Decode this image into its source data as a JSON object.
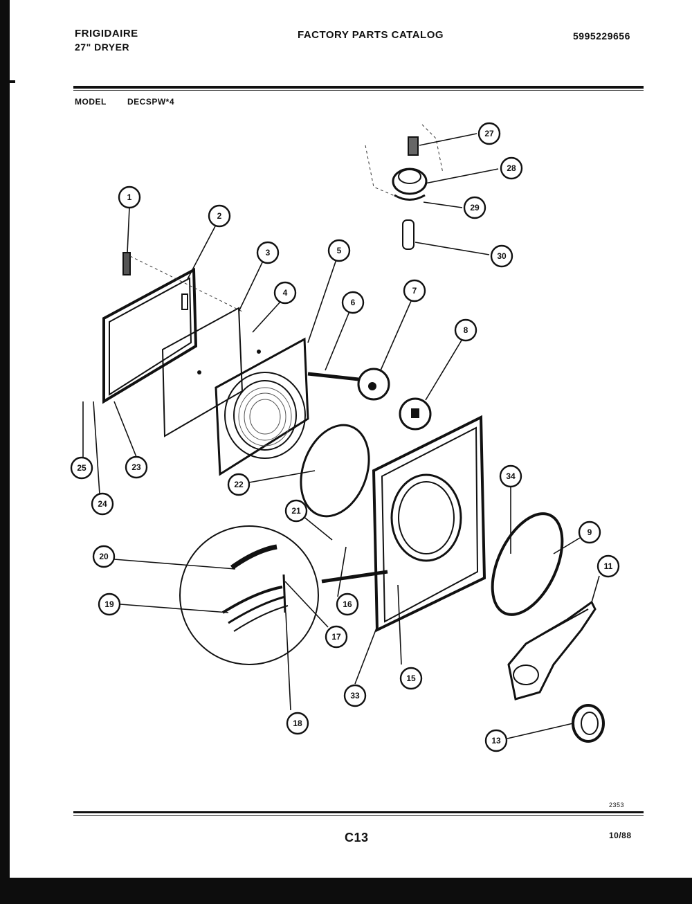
{
  "header": {
    "brand": "FRIGIDAIRE",
    "product": "27\" DRYER",
    "catalog_title": "FACTORY PARTS CATALOG",
    "part_number": "5995229656"
  },
  "model": {
    "label": "MODEL",
    "value": "DECSPW*4"
  },
  "footer": {
    "drawing_number": "2353",
    "page_code": "C13",
    "date": "10/88"
  },
  "callouts": [
    {
      "label": "1"
    },
    {
      "label": "2"
    },
    {
      "label": "3"
    },
    {
      "label": "4"
    },
    {
      "label": "5"
    },
    {
      "label": "6"
    },
    {
      "label": "7"
    },
    {
      "label": "8"
    },
    {
      "label": "9"
    },
    {
      "label": "11"
    },
    {
      "label": "13"
    },
    {
      "label": "15"
    },
    {
      "label": "16"
    },
    {
      "label": "17"
    },
    {
      "label": "18"
    },
    {
      "label": "19"
    },
    {
      "label": "20"
    },
    {
      "label": "21"
    },
    {
      "label": "22"
    },
    {
      "label": "23"
    },
    {
      "label": "24"
    },
    {
      "label": "25"
    },
    {
      "label": "27"
    },
    {
      "label": "28"
    },
    {
      "label": "29"
    },
    {
      "label": "30"
    },
    {
      "label": "33"
    },
    {
      "label": "34"
    }
  ]
}
